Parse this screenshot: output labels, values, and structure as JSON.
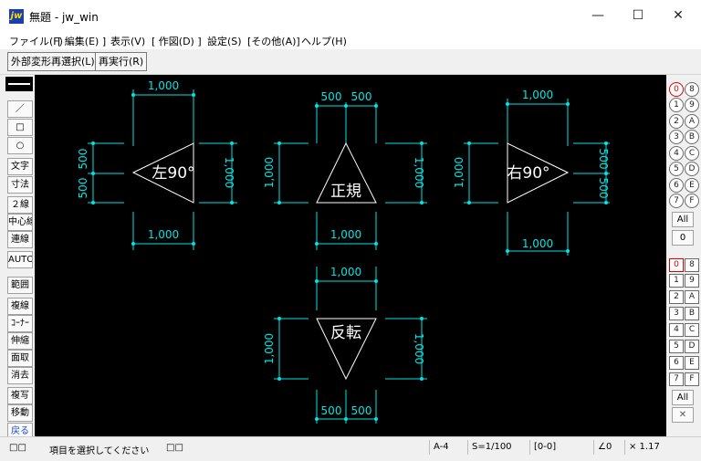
{
  "window": {
    "title": "無題 - jw_win",
    "app_icon": "jw",
    "minimize": "—",
    "maximize": "☐",
    "close": "✕"
  },
  "menu": [
    "ファイル(F)",
    "[ 編集(E) ]",
    "表示(V)",
    "[ 作図(D) ]",
    "設定(S)",
    "[その他(A)]",
    "ヘルプ(H)"
  ],
  "toolbar": {
    "reselect": "外部変形再選択(L)",
    "rerun": "再実行(R)"
  },
  "left_tools": [
    "／",
    "□",
    "○",
    "文字",
    "寸法",
    "２線",
    "中心線",
    "連線",
    "AUTO",
    "範囲",
    "複線",
    "ｺｰﾅｰ",
    "伸縮",
    "面取",
    "消去",
    "複写",
    "移動",
    "戻る"
  ],
  "right_panel": {
    "layers_top": [
      "0",
      "8",
      "1",
      "9",
      "2",
      "A",
      "3",
      "B",
      "4",
      "C",
      "5",
      "D",
      "6",
      "E",
      "7",
      "F"
    ],
    "all_label": "All",
    "zero_label": "0",
    "layers_bottom": [
      "0",
      "8",
      "1",
      "9",
      "2",
      "A",
      "3",
      "B",
      "4",
      "C",
      "5",
      "D",
      "6",
      "E",
      "7",
      "F"
    ],
    "all2_label": "All",
    "x_label": "✕"
  },
  "drawing": {
    "left": {
      "label": "左90°",
      "top_dim": "1,000",
      "bottom_dim": "1,000",
      "side_dim": "1,000",
      "dim_a": "500",
      "dim_b": "500"
    },
    "center": {
      "label": "正規",
      "top_a": "500",
      "top_b": "500",
      "bottom_dim": "1,000",
      "left_dim": "1,000",
      "right_dim": "1,000"
    },
    "right": {
      "label": "右90°",
      "top_dim": "1,000",
      "bottom_dim": "1,000",
      "side_dim": "1,000",
      "dim_a": "500",
      "dim_b": "500"
    },
    "bottom": {
      "label": "反転",
      "top_dim": "1,000",
      "bottom_a": "500",
      "bottom_b": "500",
      "left_dim": "1,000",
      "right_dim": "1,000"
    }
  },
  "status": {
    "left_icon": "□□",
    "message": "項目を選択してください",
    "mid_icon": "□□",
    "paper": "A-4",
    "scale": "S=1/100",
    "layer": "[0-0]",
    "angle": "∠0",
    "zoom": "× 1.17"
  },
  "colors": {
    "canvas": "#000000",
    "dimension": "#00e5e5",
    "figure": "#ffffff"
  }
}
